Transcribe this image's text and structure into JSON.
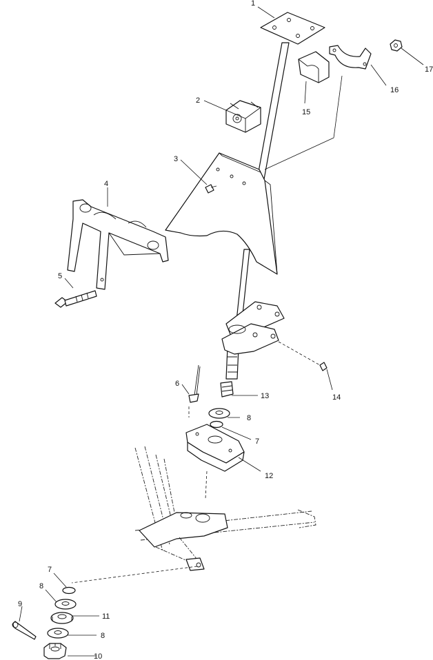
{
  "callouts": {
    "c1": "1",
    "c2": "2",
    "c3": "3",
    "c4": "4",
    "c5": "5",
    "c6": "6",
    "c7a": "7",
    "c7b": "7",
    "c8a": "8",
    "c8b": "8",
    "c8c": "8",
    "c9": "9",
    "c10": "10",
    "c11": "11",
    "c12": "12",
    "c13": "13",
    "c14": "14",
    "c15": "15",
    "c16": "16",
    "c17": "17"
  }
}
